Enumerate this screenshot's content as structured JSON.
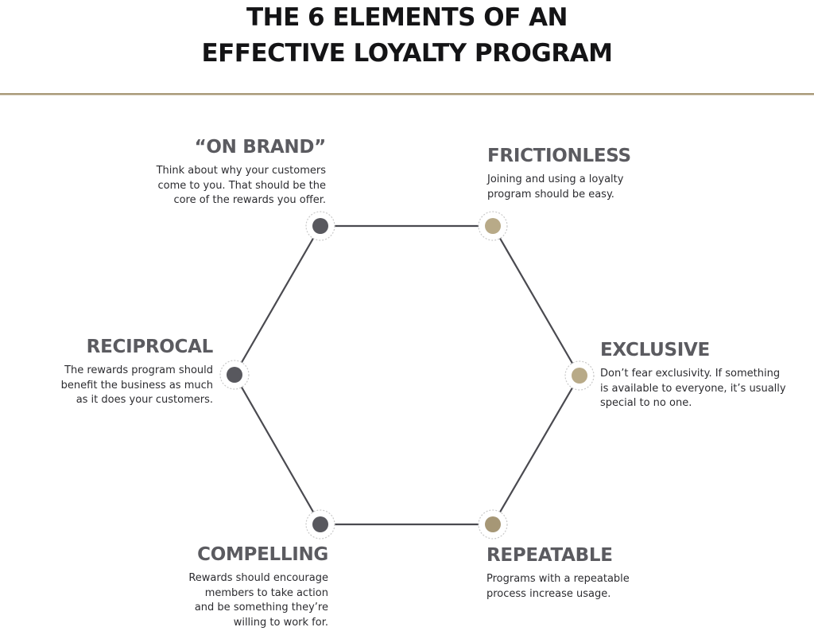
{
  "title": {
    "line1": "THE 6 ELEMENTS OF AN",
    "line2": "EFFECTIVE LOYALTY PROGRAM"
  },
  "colors": {
    "dark_node": "#58585e",
    "gold_node": "#b8aa88",
    "rule": "#a89877",
    "heading": "#5b5b60"
  },
  "elements": [
    {
      "heading": "“ON BRAND”",
      "lines": [
        "Think about why your customers",
        "come to you. That should be the",
        "core of the rewards you offer."
      ],
      "node_color": "dark"
    },
    {
      "heading": "FRICTIONLESS",
      "lines": [
        "Joining and using a loyalty",
        "program should be easy."
      ],
      "node_color": "gold"
    },
    {
      "heading": "EXCLUSIVE",
      "lines": [
        "Don’t fear exclusivity. If something",
        "is available to everyone, it’s usually",
        "special to no one."
      ],
      "node_color": "gold"
    },
    {
      "heading": "REPEATABLE",
      "lines": [
        "Programs with a repeatable",
        "process increase usage."
      ],
      "node_color": "gold"
    },
    {
      "heading": "COMPELLING",
      "lines": [
        "Rewards should encourage",
        "members to take action",
        "and be something they’re",
        "willing to work for."
      ],
      "node_color": "dark"
    },
    {
      "heading": "RECIPROCAL",
      "lines": [
        "The rewards program should",
        "benefit the business as much",
        "as it does your customers."
      ],
      "node_color": "dark"
    }
  ]
}
